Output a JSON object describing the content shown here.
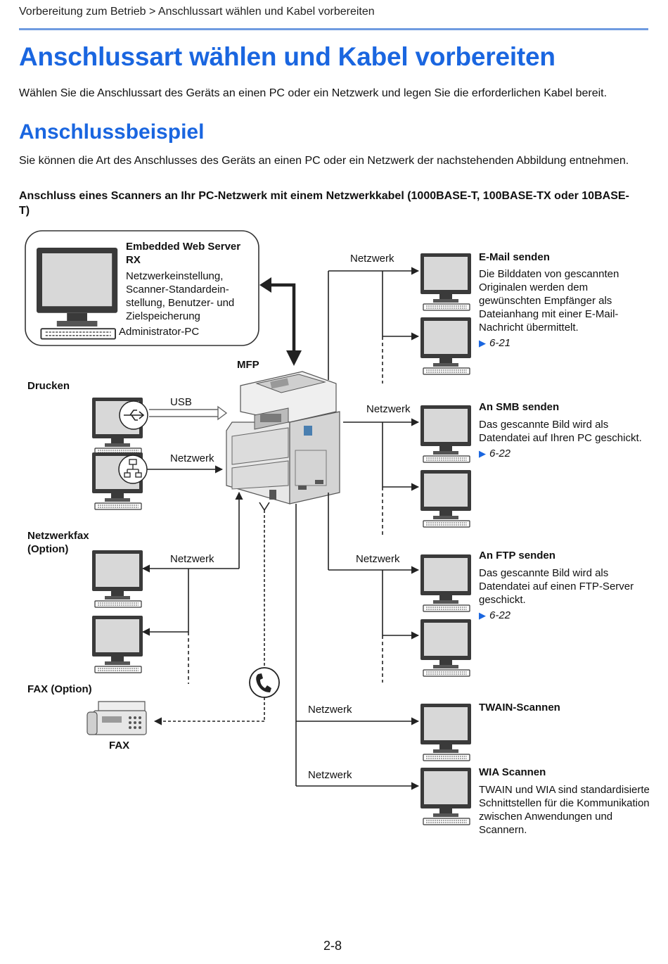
{
  "breadcrumb": "Vorbereitung zum Betrieb > Anschlussart wählen und Kabel vorbereiten",
  "title": "Anschlussart wählen und Kabel vorbereiten",
  "intro": "Wählen Sie die Anschlussart des Geräts an einen PC oder ein Netzwerk und legen Sie die erforderlichen Kabel bereit.",
  "section_title": "Anschlussbeispiel",
  "section_text": "Sie können die Art des Anschlusses des Geräts an einen PC oder ein Netzwerk der nachstehenden Abbildung entnehmen.",
  "subsection_title": "Anschluss eines Scanners an Ihr PC-Netzwerk mit einem Netzwerkkabel (1000BASE-T, 100BASE-TX oder 10BASE-T)",
  "diagram": {
    "admin_box": {
      "title": "Embedded Web Server RX",
      "text": "Netzwerkeinstellung, Scanner-Standardein-stellung, Benutzer- und Zielspeicherung",
      "caption": "Administrator-PC"
    },
    "mfp_label": "MFP",
    "left": {
      "print_title": "Drucken",
      "usb_label": "USB",
      "print_network_label": "Netzwerk",
      "netfax_title_line1": "Netzwerkfax",
      "netfax_title_line2": "(Option)",
      "netfax_network_label": "Netzwerk",
      "fax_title": "FAX (Option)",
      "fax_caption": "FAX"
    },
    "right": {
      "email": {
        "network_label": "Netzwerk",
        "title": "E-Mail senden",
        "text": "Die Bilddaten von gescannten Originalen werden dem gewünschten Empfänger als Dateianhang mit einer E-Mail-Nachricht übermittelt.",
        "ref": "6-21"
      },
      "smb": {
        "network_label": "Netzwerk",
        "title": "An SMB senden",
        "text": "Das gescannte Bild wird als Datendatei auf Ihren PC geschickt.",
        "ref": "6-22"
      },
      "ftp": {
        "network_label": "Netzwerk",
        "title": "An FTP senden",
        "text": "Das gescannte Bild wird als Datendatei auf einen FTP-Server geschickt.",
        "ref": "6-22"
      },
      "twain": {
        "network_label": "Netzwerk",
        "title": "TWAIN-Scannen"
      },
      "wia": {
        "network_label": "Netzwerk",
        "title": "WIA Scannen",
        "text": "TWAIN und WIA sind standardisierte Schnittstellen für die Kommunikation zwischen Anwendungen und Scannern."
      }
    }
  },
  "page_number": "2-8",
  "colors": {
    "heading": "#1a66e0",
    "rule": "#6f9be0"
  }
}
